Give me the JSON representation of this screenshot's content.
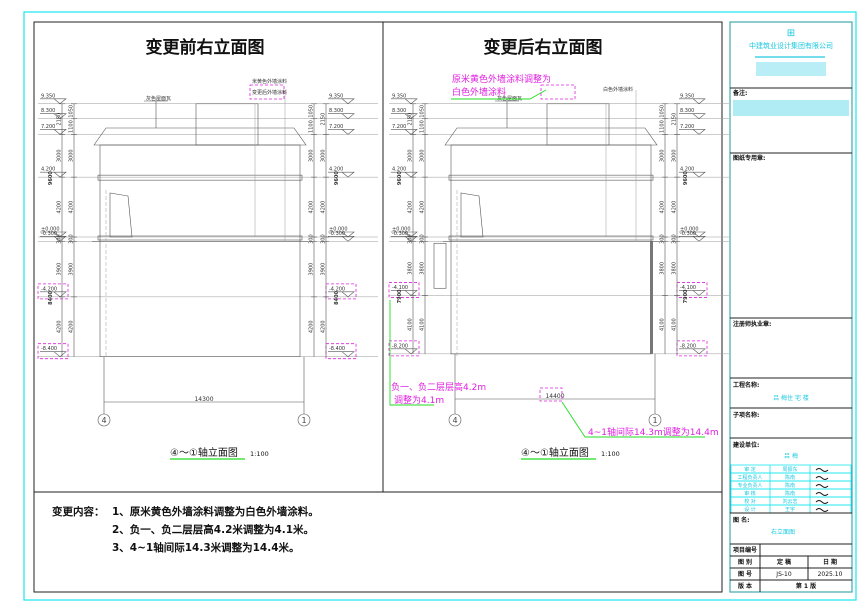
{
  "colors": {
    "frame_cyan": "#19e6f0",
    "annotation_magenta": "#e020e0",
    "leader_green": "#22dd22"
  },
  "left": {
    "title": "变更前右立面图",
    "levels": [
      {
        "value": 9.35,
        "label": "9.350"
      },
      {
        "value": 8.3,
        "label": "8.300"
      },
      {
        "value": 7.2,
        "label": "7.200"
      },
      {
        "value": 4.2,
        "label": "4.200"
      },
      {
        "value": 0,
        "label": "±0.000"
      },
      {
        "value": -0.3,
        "label": "-0.300"
      },
      {
        "value": -4.2,
        "label": "-4.200",
        "highlight": true
      },
      {
        "value": -8.4,
        "label": "-8.400",
        "highlight": true
      }
    ],
    "dims_outer": [
      {
        "from": 7.2,
        "to": 9.35,
        "label": "2150"
      },
      {
        "from": 4.2,
        "to": 7.2,
        "label": "3000"
      },
      {
        "from": 0,
        "to": 4.2,
        "label": "4200"
      },
      {
        "from": -0.3,
        "to": 0,
        "label": "300"
      },
      {
        "from": -4.2,
        "to": -0.3,
        "label": "3900"
      },
      {
        "from": -8.4,
        "to": -4.2,
        "label": "4200"
      }
    ],
    "dims_inner": [
      {
        "from": 8.3,
        "to": 9.35,
        "label": "1050"
      },
      {
        "from": 7.2,
        "to": 8.3,
        "label": "1100"
      },
      {
        "from": 4.2,
        "to": 7.2,
        "label": "3000"
      },
      {
        "from": 0,
        "to": 4.2,
        "label": "4200"
      },
      {
        "from": -0.3,
        "to": 0,
        "label": "300"
      },
      {
        "from": -4.2,
        "to": -0.3,
        "label": "3900"
      },
      {
        "from": -8.4,
        "to": -4.2,
        "label": "4200"
      }
    ],
    "total_upper": "9600",
    "total_lower": "8400",
    "axis_span": "14300",
    "axis_start": "4",
    "axis_end": "1",
    "material_labels": [
      "灰色屋面瓦",
      "米黄色外墙涂料"
    ],
    "caption": "④～①轴立面图",
    "scale": "1:100"
  },
  "right": {
    "title": "变更后右立面图",
    "levels": [
      {
        "value": 9.35,
        "label": "9.350"
      },
      {
        "value": 8.3,
        "label": "8.300"
      },
      {
        "value": 7.2,
        "label": "7.200"
      },
      {
        "value": 4.2,
        "label": "4.200"
      },
      {
        "value": 0,
        "label": "±0.000"
      },
      {
        "value": -0.3,
        "label": "-0.300"
      },
      {
        "value": -4.1,
        "label": "-4.100",
        "highlight": true
      },
      {
        "value": -8.2,
        "label": "-8.200",
        "highlight": true
      }
    ],
    "dims_outer": [
      {
        "from": 7.2,
        "to": 9.35,
        "label": "2150"
      },
      {
        "from": 4.2,
        "to": 7.2,
        "label": "3000"
      },
      {
        "from": 0,
        "to": 4.2,
        "label": "4200"
      },
      {
        "from": -0.3,
        "to": 0,
        "label": "300"
      },
      {
        "from": -4.1,
        "to": -0.3,
        "label": "3800"
      },
      {
        "from": -8.2,
        "to": -4.1,
        "label": "4100"
      }
    ],
    "dims_inner": [
      {
        "from": 8.3,
        "to": 9.35,
        "label": "1050"
      },
      {
        "from": 7.2,
        "to": 8.3,
        "label": "1100"
      },
      {
        "from": 4.2,
        "to": 7.2,
        "label": "3000"
      },
      {
        "from": 0,
        "to": 4.2,
        "label": "4200"
      },
      {
        "from": -0.3,
        "to": 0,
        "label": "300"
      },
      {
        "from": -4.1,
        "to": -0.3,
        "label": "3800"
      },
      {
        "from": -8.2,
        "to": -4.1,
        "label": "4100"
      }
    ],
    "total_upper": "9600",
    "total_lower": "7900",
    "axis_span": "14400",
    "axis_start": "4",
    "axis_end": "1",
    "material_labels": [
      "灰色屋面瓦",
      "白色外墙涂料"
    ],
    "caption": "④～①轴立面图",
    "scale": "1:100",
    "annotations": {
      "paint": [
        "原米黄色外墙涂料调整为",
        "白色外墙涂料"
      ],
      "height": [
        "负一、负二层层高4.2m",
        "调整为4.1m"
      ],
      "span": "4~1轴间际14.3m调整为14.4m"
    }
  },
  "notes": {
    "heading": "变更内容：",
    "items": [
      "1、原米黄色外墙涂料调整为白色外墙涂料。",
      "2、负一、负二层层高4.2米调整为4.1米。",
      "3、4~1轴间际14.3米调整为14.4米。"
    ]
  },
  "title_block": {
    "company": "中建筑业设计集团有限公司",
    "remarks_label": "备注:",
    "seal_label": "图纸专用章:",
    "registered_label": "注册师执业章:",
    "project_label": "工程名称:",
    "project_value": "吕 梅住 宅 楼",
    "subitem_label": "子项名称:",
    "client_label": "建设单位:",
    "client_value": "吕 梅",
    "signatures": [
      {
        "role": "审 定",
        "name": "周振东"
      },
      {
        "role": "工程负责人",
        "name": "陈南"
      },
      {
        "role": "专业负责人",
        "name": "陈南"
      },
      {
        "role": "审 核",
        "name": "陈南"
      },
      {
        "role": "校 对",
        "name": "刘云志"
      },
      {
        "role": "设 计",
        "name": "王宇"
      }
    ],
    "drawing_name_label": "图 名:",
    "drawing_name_value": "右立面图",
    "project_no_label": "项目编号",
    "category_label": "图 别",
    "status_value": "定 稿",
    "date_label": "日 期",
    "drawing_no_label": "图 号",
    "drawing_no_value": "JS-10",
    "date_value": "2025.10",
    "version_label": "版 本",
    "version_value": "第 1 版"
  }
}
